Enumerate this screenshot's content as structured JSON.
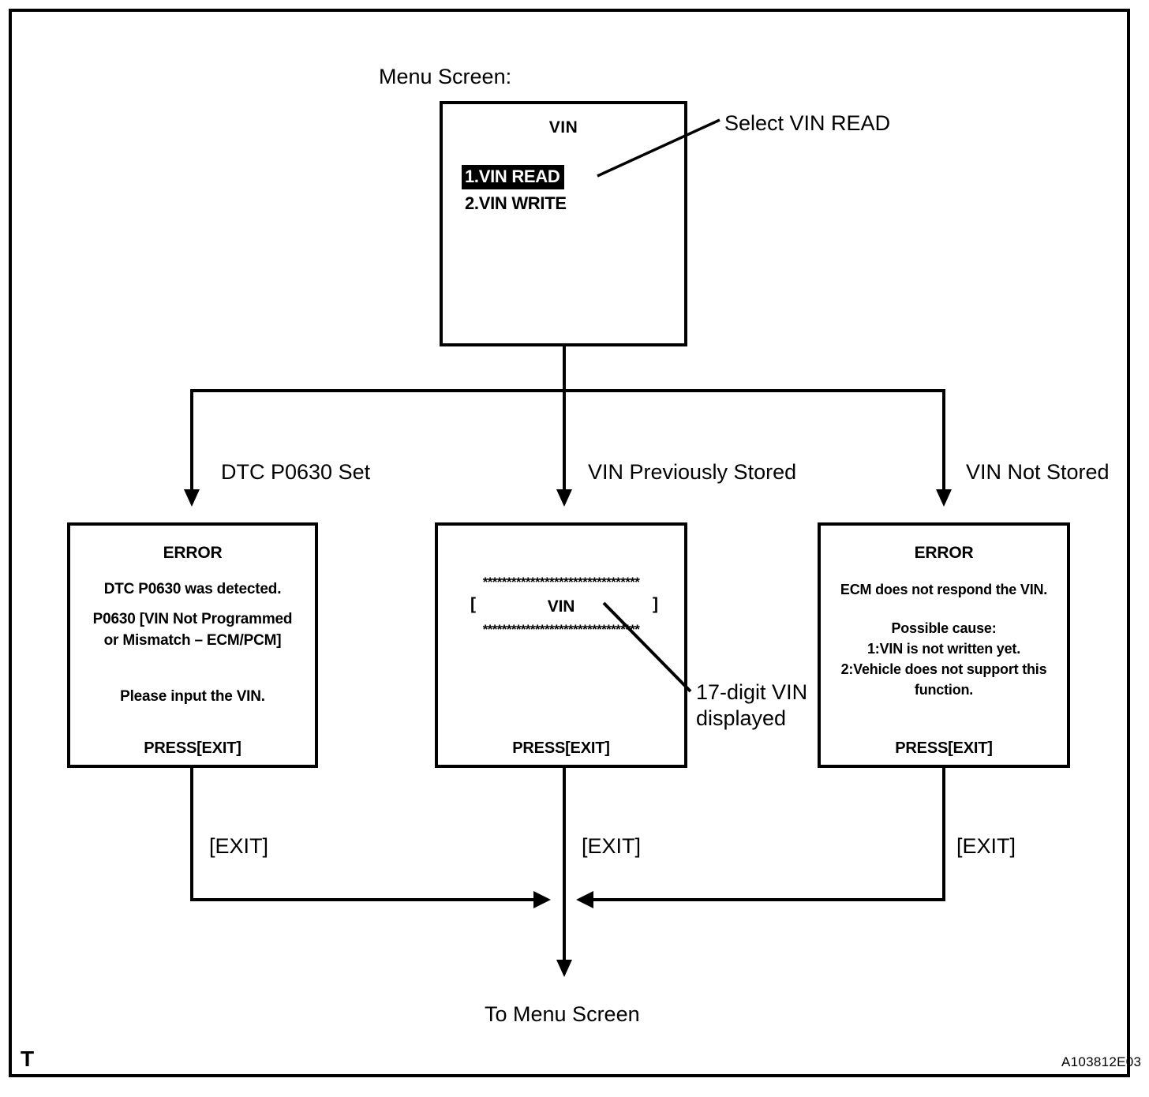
{
  "diagram": {
    "caption": "Menu Screen:",
    "doc_code": "A103812E03",
    "corner_mark": "T",
    "footer_label": "To Menu Screen"
  },
  "menu_screen": {
    "title": "VIN",
    "items": [
      {
        "label": "1.VIN READ",
        "selected": true
      },
      {
        "label": "2.VIN WRITE",
        "selected": false
      }
    ],
    "callout": "Select VIN READ"
  },
  "branches": [
    {
      "label": "DTC P0630 Set"
    },
    {
      "label": "VIN Previously Stored"
    },
    {
      "label": "VIN Not Stored"
    }
  ],
  "screens": {
    "error_dtc": {
      "title": "ERROR",
      "line1": "DTC P0630 was detected.",
      "line2": "P0630  [VIN Not Programmed",
      "line3": "or Mismatch – ECM/PCM]",
      "line4": "Please input the VIN.",
      "footer": "PRESS[EXIT]"
    },
    "vin_display": {
      "stars_top": "*********************************",
      "vin_row_left": "[",
      "vin_row_center": "VIN",
      "vin_row_right": "]",
      "stars_bottom": "*********************************",
      "footer": "PRESS[EXIT]",
      "callout_line1": "17-digit VIN",
      "callout_line2": "displayed"
    },
    "error_no_response": {
      "title": "ERROR",
      "line1": "ECM does not respond the VIN.",
      "line2": "Possible cause:",
      "line3": "1:VIN is not written yet.",
      "line4": "2:Vehicle does not support this",
      "line5": "function.",
      "footer": "PRESS[EXIT]"
    }
  },
  "exit_labels": {
    "left": "[EXIT]",
    "center": "[EXIT]",
    "right": "[EXIT]"
  },
  "colors": {
    "ink": "#000000",
    "paper": "#ffffff"
  }
}
